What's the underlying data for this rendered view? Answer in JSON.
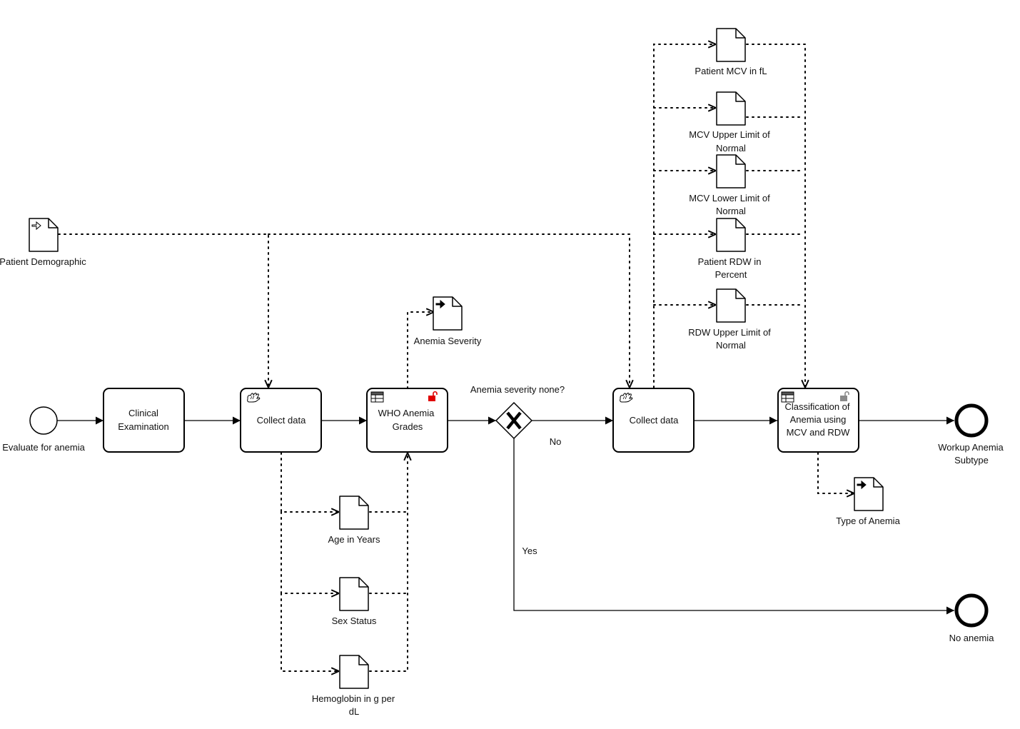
{
  "events": {
    "start": "Evaluate for anemia",
    "end_subtype_1": "Workup Anemia",
    "end_subtype_2": "Subtype",
    "end_no": "No anemia"
  },
  "tasks": {
    "clinical_1": "Clinical",
    "clinical_2": "Examination",
    "collect_1": "Collect data",
    "who_1": "WHO Anemia",
    "who_2": "Grades",
    "collect_2": "Collect data",
    "class_1": "Classification of",
    "class_2": "Anemia using",
    "class_3": "MCV and RDW"
  },
  "gateway": {
    "question": "Anemia severity none?",
    "no": "No",
    "yes": "Yes"
  },
  "data_objects": {
    "demographic": "Patient Demographic",
    "severity": "Anemia Severity",
    "age": "Age in Years",
    "sex": "Sex Status",
    "hgb_1": "Hemoglobin in g per",
    "hgb_2": "dL",
    "mcv_1": "Patient MCV in fL",
    "mcv_upper_1": "MCV Upper Limit of",
    "mcv_upper_2": "Normal",
    "mcv_lower_1": "MCV Lower Limit of",
    "mcv_lower_2": "Normal",
    "rdw_1": "Patient RDW in",
    "rdw_2": "Percent",
    "rdw_upper_1": "RDW Upper Limit of",
    "rdw_upper_2": "Normal",
    "type": "Type of Anemia"
  },
  "icons": {
    "manual_task": "hand-icon",
    "business_rule": "table-icon",
    "lock_open": "lock-open-icon",
    "lock_open_color": "#e00000",
    "lock_grey_color": "#8a8a8a"
  }
}
